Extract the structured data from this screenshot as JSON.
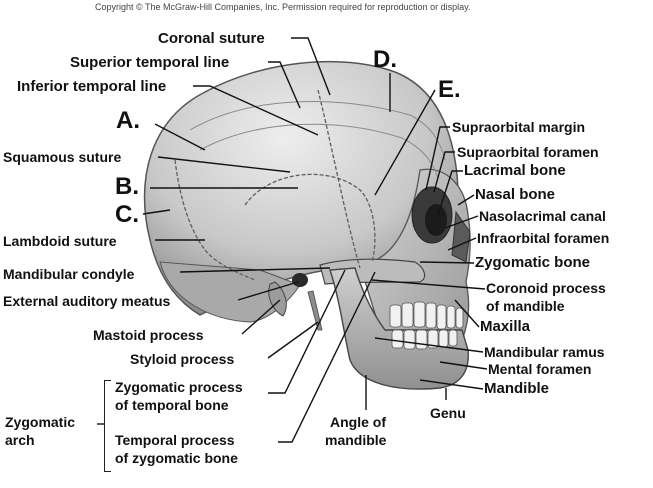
{
  "copyright": "Copyright © The McGraw-Hill Companies, Inc. Permission required for reproduction or display.",
  "labels": {
    "coronal_suture": "Coronal suture",
    "superior_temporal_line": "Superior temporal line",
    "inferior_temporal_line": "Inferior temporal line",
    "letter_a": "A.",
    "squamous_suture": "Squamous suture",
    "letter_b": "B.",
    "letter_c": "C.",
    "lambdoid_suture": "Lambdoid suture",
    "mandibular_condyle": "Mandibular condyle",
    "external_auditory_meatus": "External auditory meatus",
    "mastoid_process": "Mastoid process",
    "styloid_process": "Styloid process",
    "zygomatic_process_line1": "Zygomatic process",
    "zygomatic_process_line2": "of temporal bone",
    "zygomatic_arch_line1": "Zygomatic",
    "zygomatic_arch_line2": "arch",
    "temporal_process_line1": "Temporal process",
    "temporal_process_line2": "of zygomatic bone",
    "angle_line1": "Angle of",
    "angle_line2": "mandible",
    "letter_d": "D.",
    "letter_e": "E.",
    "supraorbital_margin": "Supraorbital margin",
    "supraorbital_foramen": "Supraorbital foramen",
    "lacrimal_bone": "Lacrimal bone",
    "nasal_bone": "Nasal bone",
    "nasolacrimal_canal": "Nasolacrimal canal",
    "infraorbital_foramen": "Infraorbital foramen",
    "zygomatic_bone": "Zygomatic bone",
    "coronoid_line1": "Coronoid process",
    "coronoid_line2": "of mandible",
    "maxilla": "Maxilla",
    "mandibular_ramus": "Mandibular ramus",
    "mental_foramen": "Mental foramen",
    "mandible": "Mandible",
    "genu": "Genu"
  },
  "colors": {
    "bone_light": "#e6e6e6",
    "bone_mid": "#bdbdbd",
    "bone_dark": "#7a7a7a",
    "leader": "#111111"
  }
}
